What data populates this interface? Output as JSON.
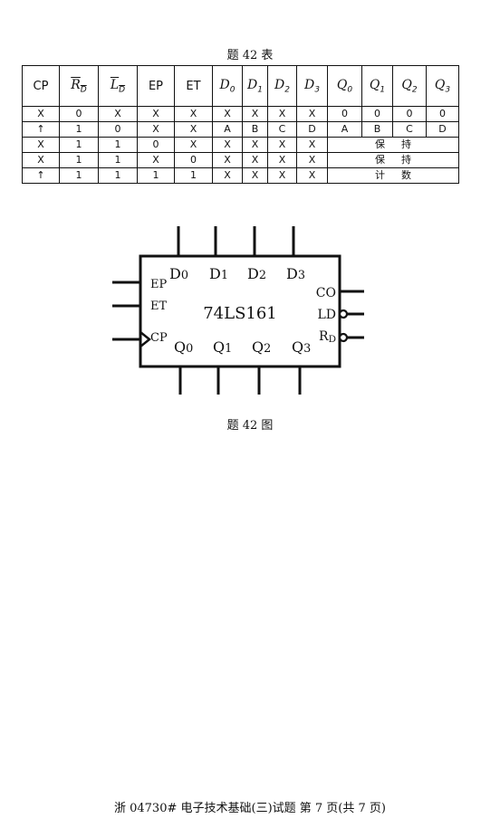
{
  "table_caption": "题 42 表",
  "table": {
    "headers": [
      {
        "base": "CP",
        "sub": "",
        "overline": false,
        "italic": false
      },
      {
        "base": "R",
        "sub": "D",
        "overline": true,
        "italic": true
      },
      {
        "base": "L",
        "sub": "D",
        "overline": true,
        "italic": true
      },
      {
        "base": "EP",
        "sub": "",
        "overline": false,
        "italic": false
      },
      {
        "base": "ET",
        "sub": "",
        "overline": false,
        "italic": false
      },
      {
        "base": "D",
        "sub": "0",
        "overline": false,
        "italic": true
      },
      {
        "base": "D",
        "sub": "1",
        "overline": false,
        "italic": true
      },
      {
        "base": "D",
        "sub": "2",
        "overline": false,
        "italic": true
      },
      {
        "base": "D",
        "sub": "3",
        "overline": false,
        "italic": true
      },
      {
        "base": "Q",
        "sub": "0",
        "overline": false,
        "italic": true
      },
      {
        "base": "Q",
        "sub": "1",
        "overline": false,
        "italic": true
      },
      {
        "base": "Q",
        "sub": "2",
        "overline": false,
        "italic": true
      },
      {
        "base": "Q",
        "sub": "3",
        "overline": false,
        "italic": true
      }
    ],
    "rows": [
      {
        "inputs": [
          "X",
          "0",
          "X",
          "X",
          "X",
          "X",
          "X",
          "X",
          "X"
        ],
        "outputs": [
          "0",
          "0",
          "0",
          "0"
        ],
        "merged": ""
      },
      {
        "inputs": [
          "↑",
          "1",
          "0",
          "X",
          "X",
          "A",
          "B",
          "C",
          "D"
        ],
        "outputs": [
          "A",
          "B",
          "C",
          "D"
        ],
        "merged": ""
      },
      {
        "inputs": [
          "X",
          "1",
          "1",
          "0",
          "X",
          "X",
          "X",
          "X",
          "X"
        ],
        "outputs": [],
        "merged": "保持"
      },
      {
        "inputs": [
          "X",
          "1",
          "1",
          "X",
          "0",
          "X",
          "X",
          "X",
          "X"
        ],
        "outputs": [],
        "merged": "保持"
      },
      {
        "inputs": [
          "↑",
          "1",
          "1",
          "1",
          "1",
          "X",
          "X",
          "X",
          "X"
        ],
        "outputs": [],
        "merged": "计数"
      }
    ]
  },
  "chip": {
    "name": "74LS161",
    "top_pins": [
      "D0",
      "D1",
      "D2",
      "D3"
    ],
    "bottom_pins": [
      "Q0",
      "Q1",
      "Q2",
      "Q3"
    ],
    "left_pins": [
      "EP",
      "ET",
      "CP"
    ],
    "right_pins": [
      "CO",
      "LD",
      "RD"
    ]
  },
  "figure_caption": "题 42 图",
  "footer": "浙 04730# 电子技术基础(三)试题 第 7 页(共 7 页)"
}
